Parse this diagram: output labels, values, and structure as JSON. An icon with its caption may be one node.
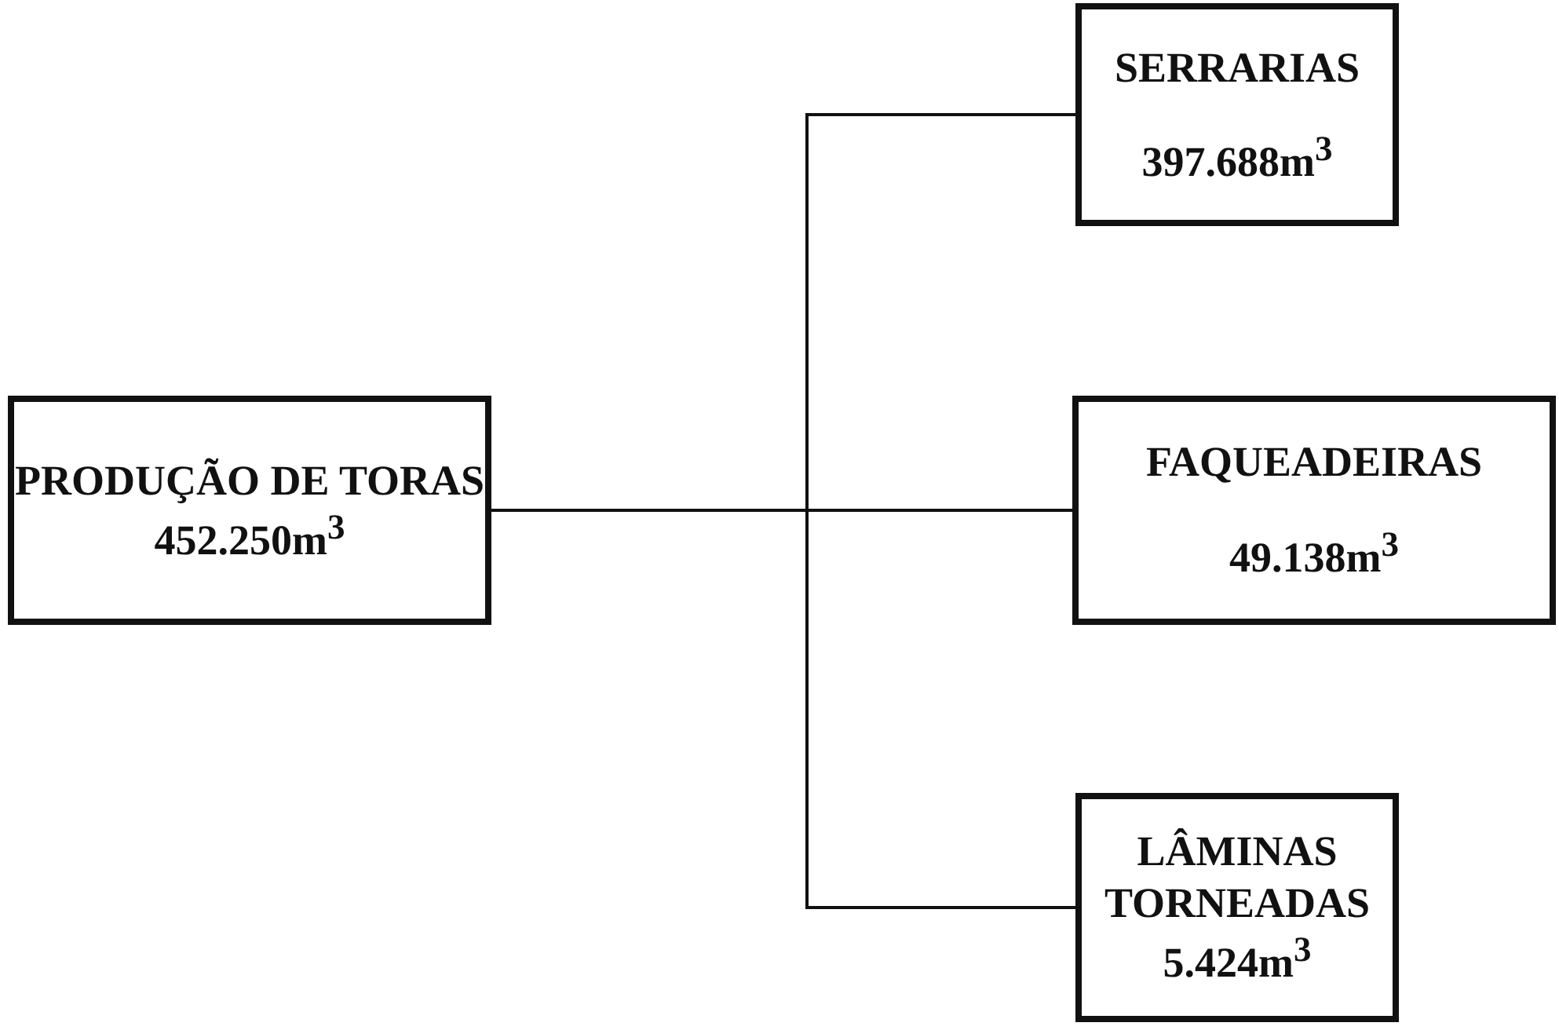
{
  "diagram": {
    "nodes": [
      {
        "text": [
          "PRODUÇÃO DE TORAS",
          "452.250m$^{3}$"
        ]
      },
      {
        "text": [
          "SERRARIAS",
          "397.688m$^{3}$"
        ]
      },
      {
        "text": [
          "FAQUEADEIRAS",
          "49.138m$^{3}$"
        ]
      },
      {
        "text": [
          "LÂMINAS TORNEADAS",
          "5.424m$^{3}$"
        ]
      }
    ],
    "edges": [
      {
        "from": 0,
        "to": 1,
        "arrow": "none"
      },
      {
        "from": 0,
        "to": 2,
        "arrow": "none"
      },
      {
        "from": 0,
        "to": 3,
        "arrow": "none"
      }
    ]
  }
}
